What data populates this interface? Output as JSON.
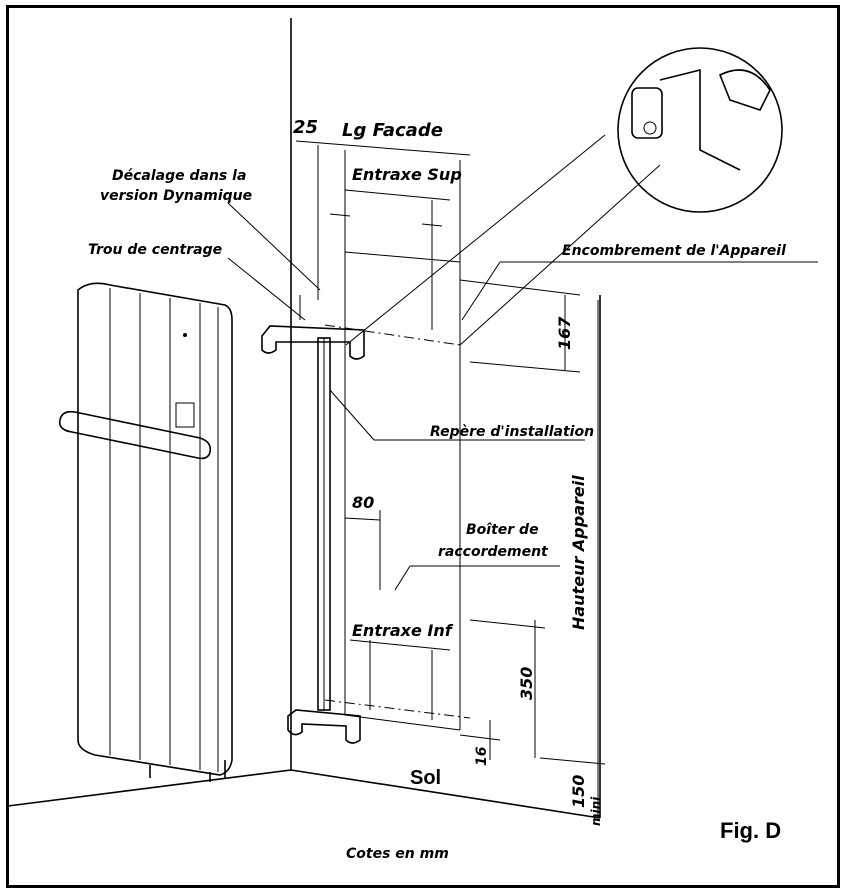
{
  "labels": {
    "offset_25": "25",
    "lg_facade": "Lg Facade",
    "entraxe_sup": "Entraxe Sup",
    "decalage_line1": "Décalage dans la",
    "decalage_line2": "version Dynamique",
    "trou_centrage": "Trou de centrage",
    "encombrement": "Encombrement de  l'Appareil",
    "dim_167": "167",
    "repere_installation": "Repère d'installation",
    "dim_80": "80",
    "boitier_line1": "Boîter de",
    "boitier_line2": "raccordement",
    "entraxe_inf": "Entraxe Inf",
    "hauteur_appareil": "Hauteur Appareil",
    "dim_350": "350",
    "dim_16": "16",
    "sol": "Sol",
    "dim_150": "150",
    "mini": "mini",
    "cotes": "Cotes en mm",
    "figure": "Fig. D"
  }
}
